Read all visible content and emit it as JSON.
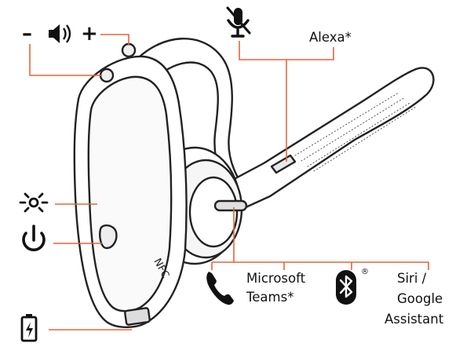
{
  "labels": {
    "volume_minus": "–",
    "volume_plus": "+",
    "alexa": "Alexa*",
    "microsoft_teams_line1": "Microsoft",
    "microsoft_teams_line2": "Teams*",
    "registered_mark": "®",
    "siri_line1": "Siri /",
    "siri_line2": "Google",
    "siri_line3": "Assistant",
    "nfc": "NFC"
  },
  "icons": {
    "volume": "speaker-volume-icon",
    "mute": "microphone-muted-icon",
    "led": "led-indicator-icon",
    "power": "power-icon",
    "phone": "phone-handset-icon",
    "bluetooth": "bluetooth-icon",
    "battery": "battery-charging-icon"
  },
  "colors": {
    "callout_line": "#e5653a",
    "outline": "#222222",
    "text": "#111111"
  }
}
